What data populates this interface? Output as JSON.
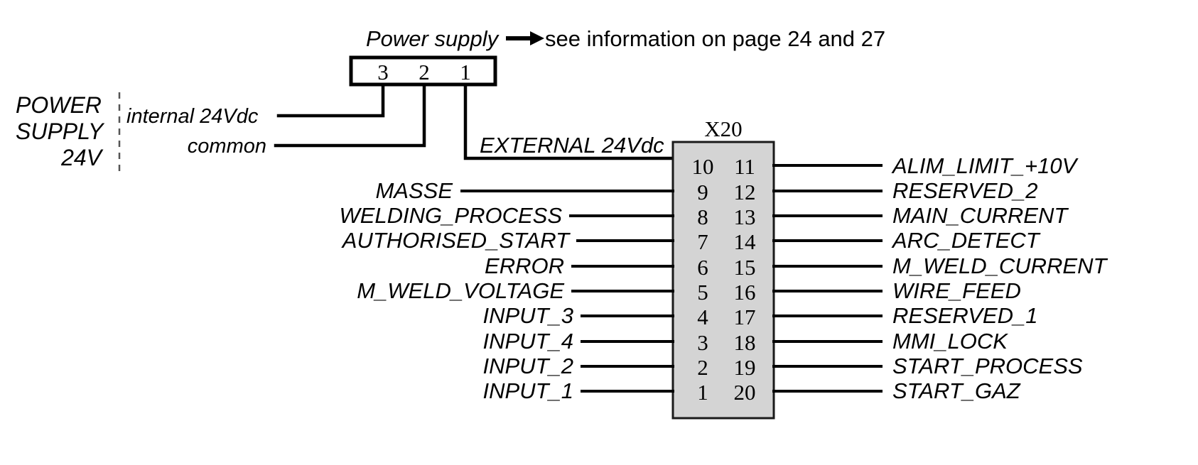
{
  "header": {
    "power_supply_label": "Power supply",
    "arrow_icon": "right-arrow-icon",
    "reference_note": "see information on page 24 and 27"
  },
  "power_supply_group": {
    "title_line1": "POWER",
    "title_line2": "SUPPLY",
    "title_line3": "24V",
    "terminal_block": {
      "pins": [
        "3",
        "2",
        "1"
      ]
    },
    "connections": [
      {
        "label": "internal 24Vdc",
        "pin": "3"
      },
      {
        "label": "common",
        "pin": "2"
      },
      {
        "label": "EXTERNAL 24Vdc",
        "pin": "1"
      }
    ]
  },
  "connector": {
    "name": "X20",
    "left_pins": [
      "10",
      "9",
      "8",
      "7",
      "6",
      "5",
      "4",
      "3",
      "2",
      "1"
    ],
    "right_pins": [
      "11",
      "12",
      "13",
      "14",
      "15",
      "16",
      "17",
      "18",
      "19",
      "20"
    ],
    "left_signals": [
      "",
      "MASSE",
      "WELDING_PROCESS",
      "AUTHORISED_START",
      "ERROR",
      "M_WELD_VOLTAGE",
      "INPUT_3",
      "INPUT_4",
      "INPUT_2",
      "INPUT_1"
    ],
    "right_signals": [
      "ALIM_LIMIT_+10V",
      "RESERVED_2",
      "MAIN_CURRENT",
      "ARC_DETECT",
      "M_WELD_CURRENT",
      "WIRE_FEED",
      "RESERVED_1",
      "MMI_LOCK",
      "START_PROCESS",
      "START_GAZ"
    ]
  },
  "colors": {
    "connector_fill": "#d4d4d4",
    "line": "#000000",
    "background": "#ffffff"
  }
}
